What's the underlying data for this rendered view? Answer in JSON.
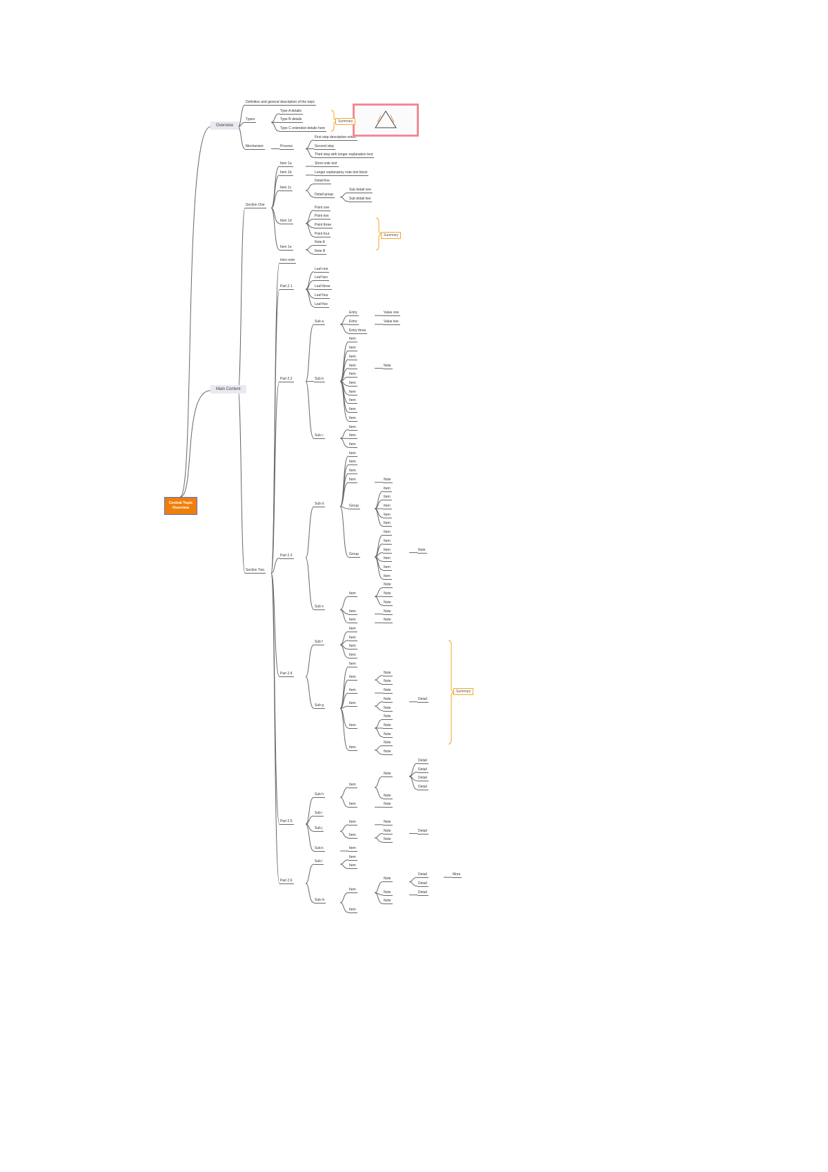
{
  "root": {
    "t": "Central Topic Overview",
    "c": [
      {
        "t": "Overview",
        "c": [
          "Definition and general description of the topic",
          {
            "t": "Types",
            "c": [
              "Type A  details",
              "Type B  details",
              "Type C  extended details here"
            ]
          },
          {
            "t": "Mechanism",
            "c": [
              {
                "t": "Process",
                "c": [
                  "First step description notes",
                  "Second step",
                  "Third step with longer explanation text"
                ]
              }
            ]
          }
        ]
      },
      {
        "t": "Main Content",
        "c": [
          {
            "t": "Section One",
            "c": [
              {
                "t": "Item 1a",
                "c": [
                  "Short note text"
                ]
              },
              {
                "t": "Item 1b",
                "c": [
                  "Longer explanatory note text block"
                ]
              },
              {
                "t": "Item 1c",
                "c": [
                  "Detail line",
                  {
                    "t": "Detail group",
                    "c": [
                      "Sub detail one",
                      "Sub detail two"
                    ]
                  }
                ]
              },
              {
                "t": "Item 1d",
                "c": [
                  "Point one",
                  "Point two",
                  "Point three",
                  "Point four"
                ]
              },
              {
                "t": "Item 1e",
                "c": [
                  "Note A",
                  "Note B"
                ]
              }
            ]
          },
          {
            "t": "Section Two",
            "c": [
              "Intro note",
              {
                "t": "Part 2.1",
                "c": [
                  "Leaf one",
                  "Leaf two",
                  "Leaf three",
                  "Leaf four",
                  "Leaf five"
                ]
              },
              {
                "t": "Part 2.2",
                "c": [
                  {
                    "t": "Sub a",
                    "c": [
                      {
                        "t": "Entry",
                        "c": [
                          "Value one"
                        ]
                      },
                      {
                        "t": "Entry",
                        "c": [
                          "Value two"
                        ]
                      },
                      "Entry three"
                    ]
                  },
                  {
                    "t": "Sub b",
                    "c": [
                      "Item",
                      "Item",
                      "Item",
                      {
                        "t": "Item",
                        "c": [
                          "Note"
                        ]
                      },
                      "Item",
                      "Item",
                      "Item",
                      "Item",
                      "Item",
                      "Item"
                    ]
                  },
                  {
                    "t": "Sub c",
                    "c": [
                      "Item",
                      "Item",
                      "Item"
                    ]
                  }
                ]
              },
              {
                "t": "Part 2.3",
                "c": [
                  {
                    "t": "Sub d",
                    "c": [
                      "Item",
                      "Item",
                      "Item",
                      {
                        "t": "Item",
                        "c": [
                          "Note"
                        ]
                      },
                      {
                        "t": "Group",
                        "c": [
                          "Item",
                          "Item",
                          "Item",
                          "Item",
                          "Item"
                        ]
                      },
                      {
                        "t": "Group",
                        "c": [
                          "Item",
                          "Item",
                          {
                            "t": "Item",
                            "c": [
                              "Note"
                            ]
                          },
                          "Item",
                          "Item",
                          "Item"
                        ]
                      }
                    ]
                  },
                  {
                    "t": "Sub e",
                    "c": [
                      {
                        "t": "Item",
                        "c": [
                          "Note",
                          "Note",
                          "Note"
                        ]
                      },
                      {
                        "t": "Item",
                        "c": [
                          "Note"
                        ]
                      },
                      {
                        "t": "Item",
                        "c": [
                          "Note"
                        ]
                      }
                    ]
                  }
                ]
              },
              {
                "t": "Part 2.4",
                "c": [
                  {
                    "t": "Sub f",
                    "c": [
                      "Item",
                      "Item",
                      "Item",
                      "Item"
                    ]
                  },
                  {
                    "t": "Sub g",
                    "c": [
                      "Item",
                      {
                        "t": "Item",
                        "c": [
                          "Note",
                          "Note"
                        ]
                      },
                      {
                        "t": "Item",
                        "c": [
                          "Note"
                        ]
                      },
                      {
                        "t": "Item",
                        "c": [
                          {
                            "t": "Note",
                            "c": [
                              "Detail"
                            ]
                          },
                          "Note"
                        ]
                      },
                      {
                        "t": "Item",
                        "c": [
                          "Note",
                          "Note",
                          "Note"
                        ]
                      },
                      {
                        "t": "Item",
                        "c": [
                          "Note",
                          "Note"
                        ]
                      }
                    ]
                  }
                ]
              },
              {
                "t": "Part 2.5",
                "c": [
                  {
                    "t": "Sub h",
                    "c": [
                      {
                        "t": "Item",
                        "c": [
                          {
                            "t": "Note",
                            "c": [
                              "Detail",
                              "Detail",
                              "Detail",
                              "Detail"
                            ]
                          },
                          "Note"
                        ]
                      },
                      {
                        "t": "Item",
                        "c": [
                          "Note"
                        ]
                      }
                    ]
                  },
                  "Sub i",
                  {
                    "t": "Sub j",
                    "c": [
                      {
                        "t": "Item",
                        "c": [
                          "Note"
                        ]
                      },
                      {
                        "t": "Item",
                        "c": [
                          {
                            "t": "Note",
                            "c": [
                              "Detail"
                            ]
                          },
                          "Note"
                        ]
                      }
                    ]
                  },
                  {
                    "t": "Sub k",
                    "c": [
                      "Item"
                    ]
                  }
                ]
              },
              {
                "t": "Part 2.6",
                "c": [
                  {
                    "t": "Sub l",
                    "c": [
                      "Item",
                      "Item"
                    ]
                  },
                  {
                    "t": "Sub m",
                    "c": [
                      {
                        "t": "Item",
                        "c": [
                          {
                            "t": "Note",
                            "c": [
                              {
                                "t": "Detail",
                                "c": [
                                  "More"
                                ]
                              },
                              "Detail"
                            ]
                          },
                          {
                            "t": "Note",
                            "c": [
                              "Detail"
                            ]
                          },
                          "Note"
                        ]
                      },
                      "Item"
                    ]
                  }
                ]
              }
            ]
          }
        ]
      }
    ]
  },
  "summaries": [
    "Summary",
    "Summary",
    "Summary"
  ],
  "colors": {
    "root": "#ef7f0b",
    "summary": "#f5a623",
    "line": "#666666"
  }
}
